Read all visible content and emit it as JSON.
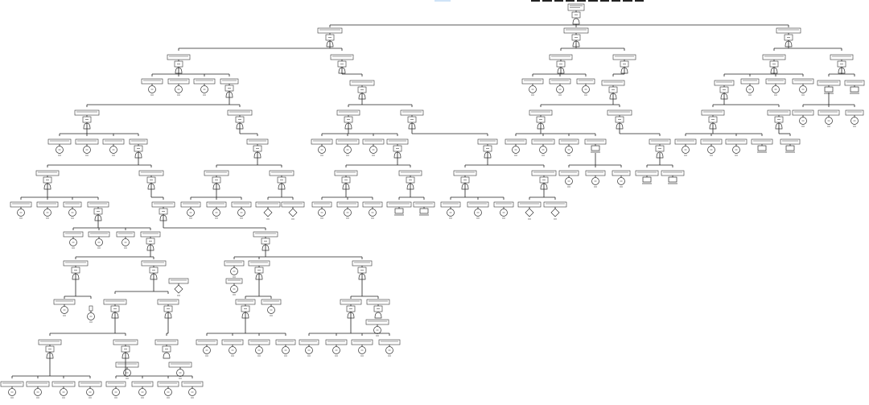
{
  "diagram": {
    "type": "fault-tree",
    "title": "",
    "colors": {
      "line": "#222222",
      "box_fill": "#ffffff",
      "box_stroke": "#333333",
      "text": "#444444",
      "accent": "#cfe3f7"
    },
    "legend": {
      "gate_types": [
        "OR",
        "AND"
      ],
      "event_types": [
        "basic-event",
        "undeveloped-event"
      ]
    }
  }
}
